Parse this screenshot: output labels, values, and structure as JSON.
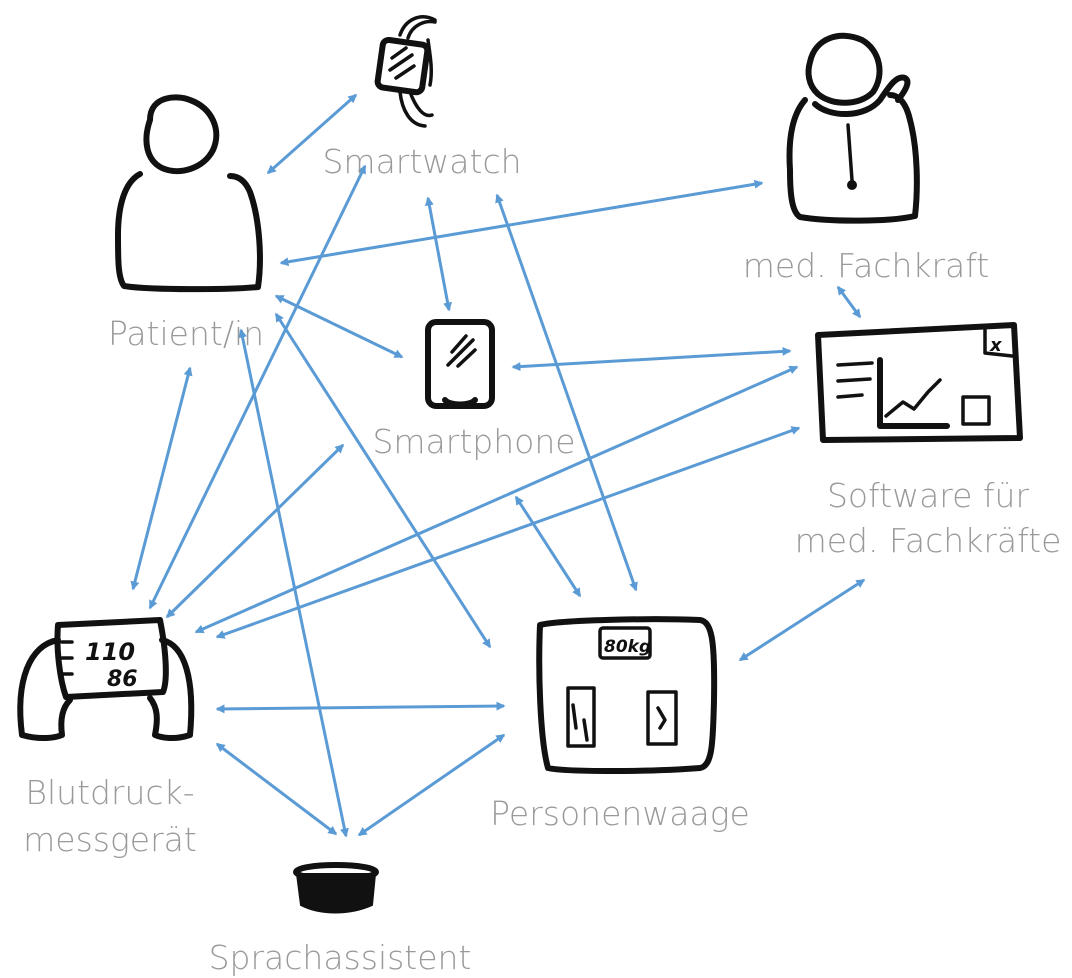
{
  "nodes": {
    "patient": {
      "label": "Patient/in"
    },
    "smartwatch": {
      "label": "Smartwatch"
    },
    "fachkraft": {
      "label": "med. Fachkraft"
    },
    "smartphone": {
      "label": "Smartphone"
    },
    "software": {
      "label_line1": "Software für",
      "label_line2": "med. Fachkräfte",
      "screen_text": "x"
    },
    "blutdruck": {
      "label_line1": "Blutdruck-",
      "label_line2": "messgerät",
      "display_top": "110",
      "display_bottom": "86"
    },
    "waage": {
      "label": "Personenwaage",
      "display": "80kg"
    },
    "sprachassistent": {
      "label": "Sprachassistent"
    }
  },
  "colors": {
    "arrow": "#5b9bd5",
    "label": "#9a9a9a",
    "sketch": "#111111"
  },
  "edges": [
    {
      "from": "patient",
      "to": "smartwatch"
    },
    {
      "from": "patient",
      "to": "fachkraft"
    },
    {
      "from": "patient",
      "to": "smartphone"
    },
    {
      "from": "patient",
      "to": "blutdruck"
    },
    {
      "from": "patient",
      "to": "waage"
    },
    {
      "from": "patient",
      "to": "sprachassistent"
    },
    {
      "from": "smartwatch",
      "to": "smartphone"
    },
    {
      "from": "smartwatch",
      "to": "blutdruck"
    },
    {
      "from": "smartwatch",
      "to": "waage"
    },
    {
      "from": "fachkraft",
      "to": "software"
    },
    {
      "from": "smartphone",
      "to": "software"
    },
    {
      "from": "smartphone",
      "to": "blutdruck"
    },
    {
      "from": "smartphone",
      "to": "waage"
    },
    {
      "from": "software",
      "to": "blutdruck"
    },
    {
      "from": "software",
      "to": "blutdruck"
    },
    {
      "from": "software",
      "to": "waage"
    },
    {
      "from": "blutdruck",
      "to": "waage"
    },
    {
      "from": "blutdruck",
      "to": "sprachassistent"
    },
    {
      "from": "waage",
      "to": "sprachassistent"
    }
  ]
}
